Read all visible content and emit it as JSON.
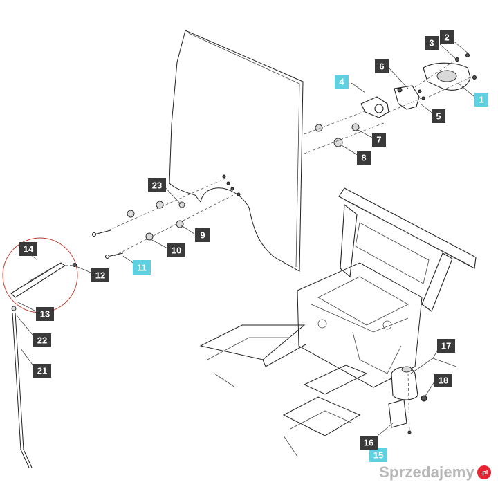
{
  "diagram": {
    "callouts": [
      {
        "id": "c1",
        "label": "1",
        "highlight": true
      },
      {
        "id": "c2",
        "label": "2",
        "highlight": false
      },
      {
        "id": "c3",
        "label": "3",
        "highlight": false
      },
      {
        "id": "c4",
        "label": "4",
        "highlight": true
      },
      {
        "id": "c5",
        "label": "5",
        "highlight": false
      },
      {
        "id": "c6",
        "label": "6",
        "highlight": false
      },
      {
        "id": "c7",
        "label": "7",
        "highlight": false
      },
      {
        "id": "c8",
        "label": "8",
        "highlight": false
      },
      {
        "id": "c9",
        "label": "9",
        "highlight": false
      },
      {
        "id": "c10",
        "label": "10",
        "highlight": false
      },
      {
        "id": "c11",
        "label": "11",
        "highlight": true
      },
      {
        "id": "c12",
        "label": "12",
        "highlight": false
      },
      {
        "id": "c13",
        "label": "13",
        "highlight": false
      },
      {
        "id": "c14",
        "label": "14",
        "highlight": false
      },
      {
        "id": "c15",
        "label": "15",
        "highlight": true
      },
      {
        "id": "c16",
        "label": "16",
        "highlight": false
      },
      {
        "id": "c17",
        "label": "17",
        "highlight": false
      },
      {
        "id": "c18",
        "label": "18",
        "highlight": false
      },
      {
        "id": "c21",
        "label": "21",
        "highlight": false
      },
      {
        "id": "c22",
        "label": "22",
        "highlight": false
      },
      {
        "id": "c23",
        "label": "23",
        "highlight": false
      }
    ],
    "colors": {
      "callout": "#3a3a3a",
      "highlight": "#5fd0df",
      "circle": "#c0392b"
    }
  },
  "watermark": {
    "text": "Sprzedajemy",
    "badge": ".pl"
  }
}
